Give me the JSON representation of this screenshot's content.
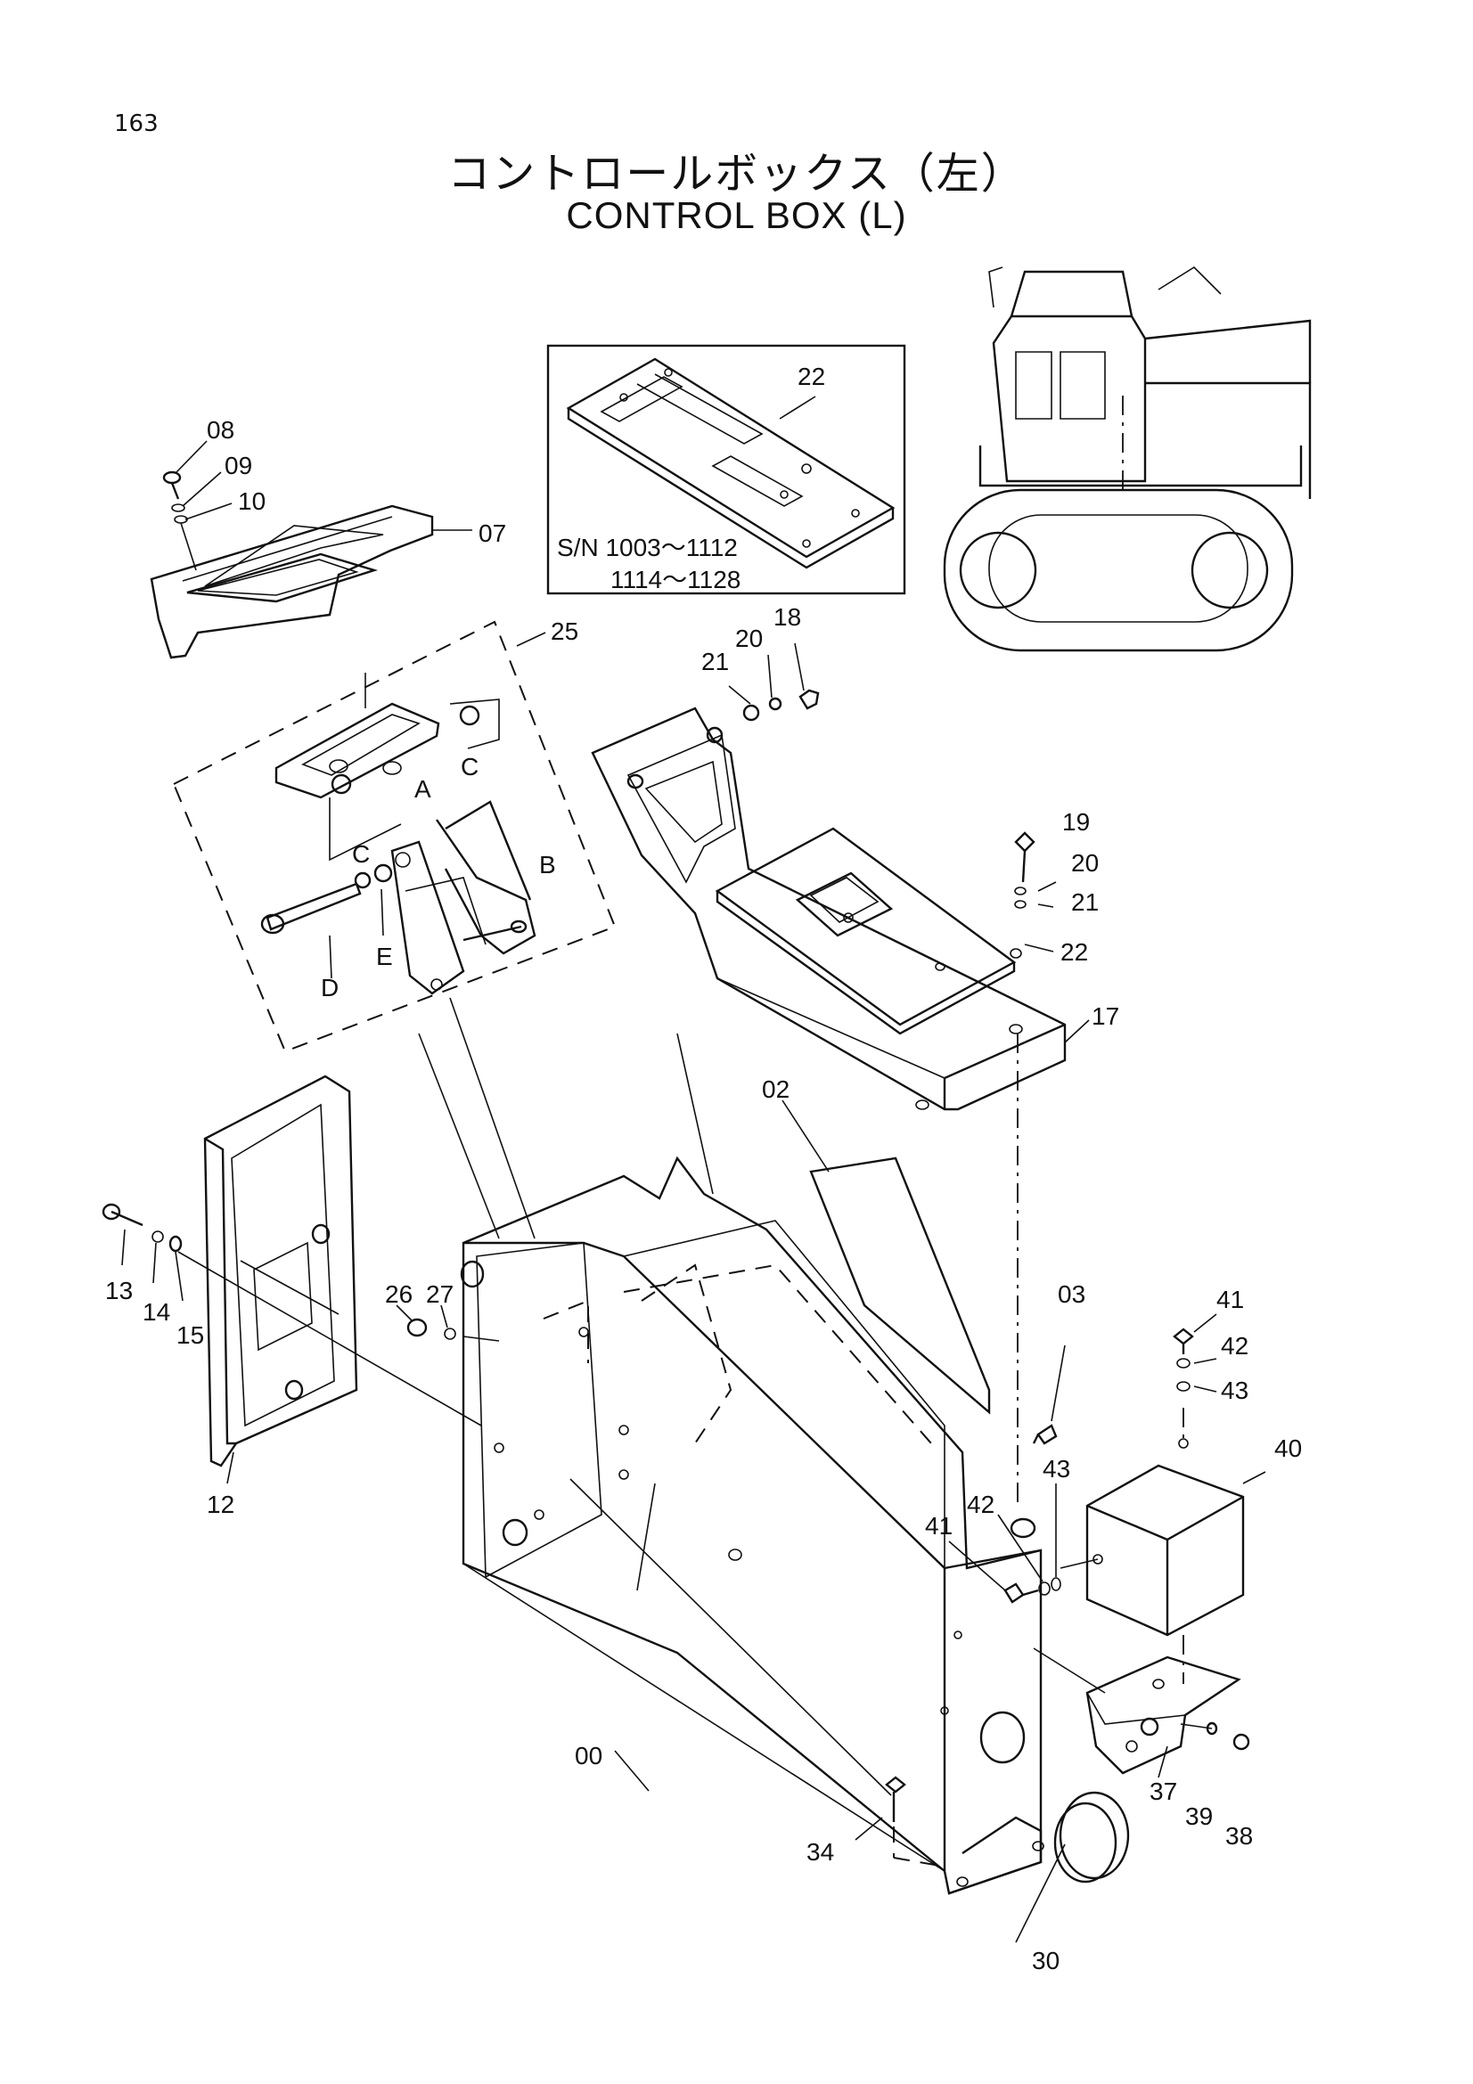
{
  "page_number": "163",
  "title_jp": "コントロールボックス（左）",
  "title_en": "CONTROL BOX (L)",
  "inset": {
    "part": "22",
    "sn_line1": "S/N  1003～1112",
    "sn_line2": "1114～1128"
  },
  "callouts": {
    "c00": "00",
    "c02": "02",
    "c03": "03",
    "c07": "07",
    "c08": "08",
    "c09": "09",
    "c10": "10",
    "c12": "12",
    "c13": "13",
    "c14": "14",
    "c15": "15",
    "c17": "17",
    "c18": "18",
    "c19": "19",
    "c20a": "20",
    "c20b": "20",
    "c21a": "21",
    "c21b": "21",
    "c22": "22",
    "c25": "25",
    "c26": "26",
    "c27": "27",
    "c30": "30",
    "c34": "34",
    "c37": "37",
    "c38": "38",
    "c39": "39",
    "c40": "40",
    "c41a": "41",
    "c41b": "41",
    "c42a": "42",
    "c42b": "42",
    "c43a": "43",
    "c43b": "43",
    "cA": "A",
    "cB": "B",
    "cC1": "C",
    "cC2": "C",
    "cD": "D",
    "cE": "E"
  }
}
